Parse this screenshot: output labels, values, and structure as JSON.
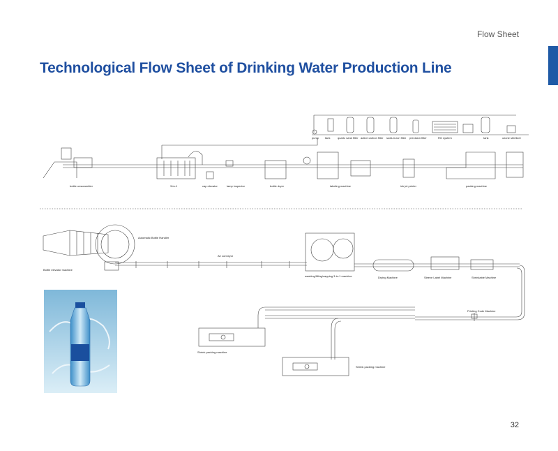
{
  "header": {
    "section_label": "Flow Sheet",
    "title": "Technological Flow Sheet of Drinking Water Production Line"
  },
  "footer": {
    "page_number": "32"
  },
  "diagram1": {
    "treatment_labels": [
      "pump",
      "tank",
      "quartz sand filter",
      "active carbon filter",
      "sodium-ion filter",
      "precision filter",
      "RO system",
      "tank",
      "ozone sterilizer"
    ],
    "line_labels": [
      "bottle unscrambler",
      "3-in-1",
      "cap elevator",
      "lamp inspector",
      "bottle dryer",
      "labeling machine",
      "ink jet printer",
      "packing machine"
    ]
  },
  "diagram2": {
    "labels": {
      "auto_handler": "Automatic Bottle Handler",
      "elevator": "Bottle elevator machine",
      "air_conveyor": "Air conveyor",
      "washing": "washing/filling/capping 3-in-1 machine",
      "drying": "Drying Machine",
      "sleeve": "Sleeve Label Machine",
      "shrinkable": "Shrinkable Machine",
      "printing": "Printing Code Machine",
      "shrink1": "Shrink packing machine",
      "shrink2": "Shrink packing machine"
    }
  },
  "colors": {
    "title_blue": "#1f4fa0",
    "tab_blue": "#1f5aa6"
  }
}
